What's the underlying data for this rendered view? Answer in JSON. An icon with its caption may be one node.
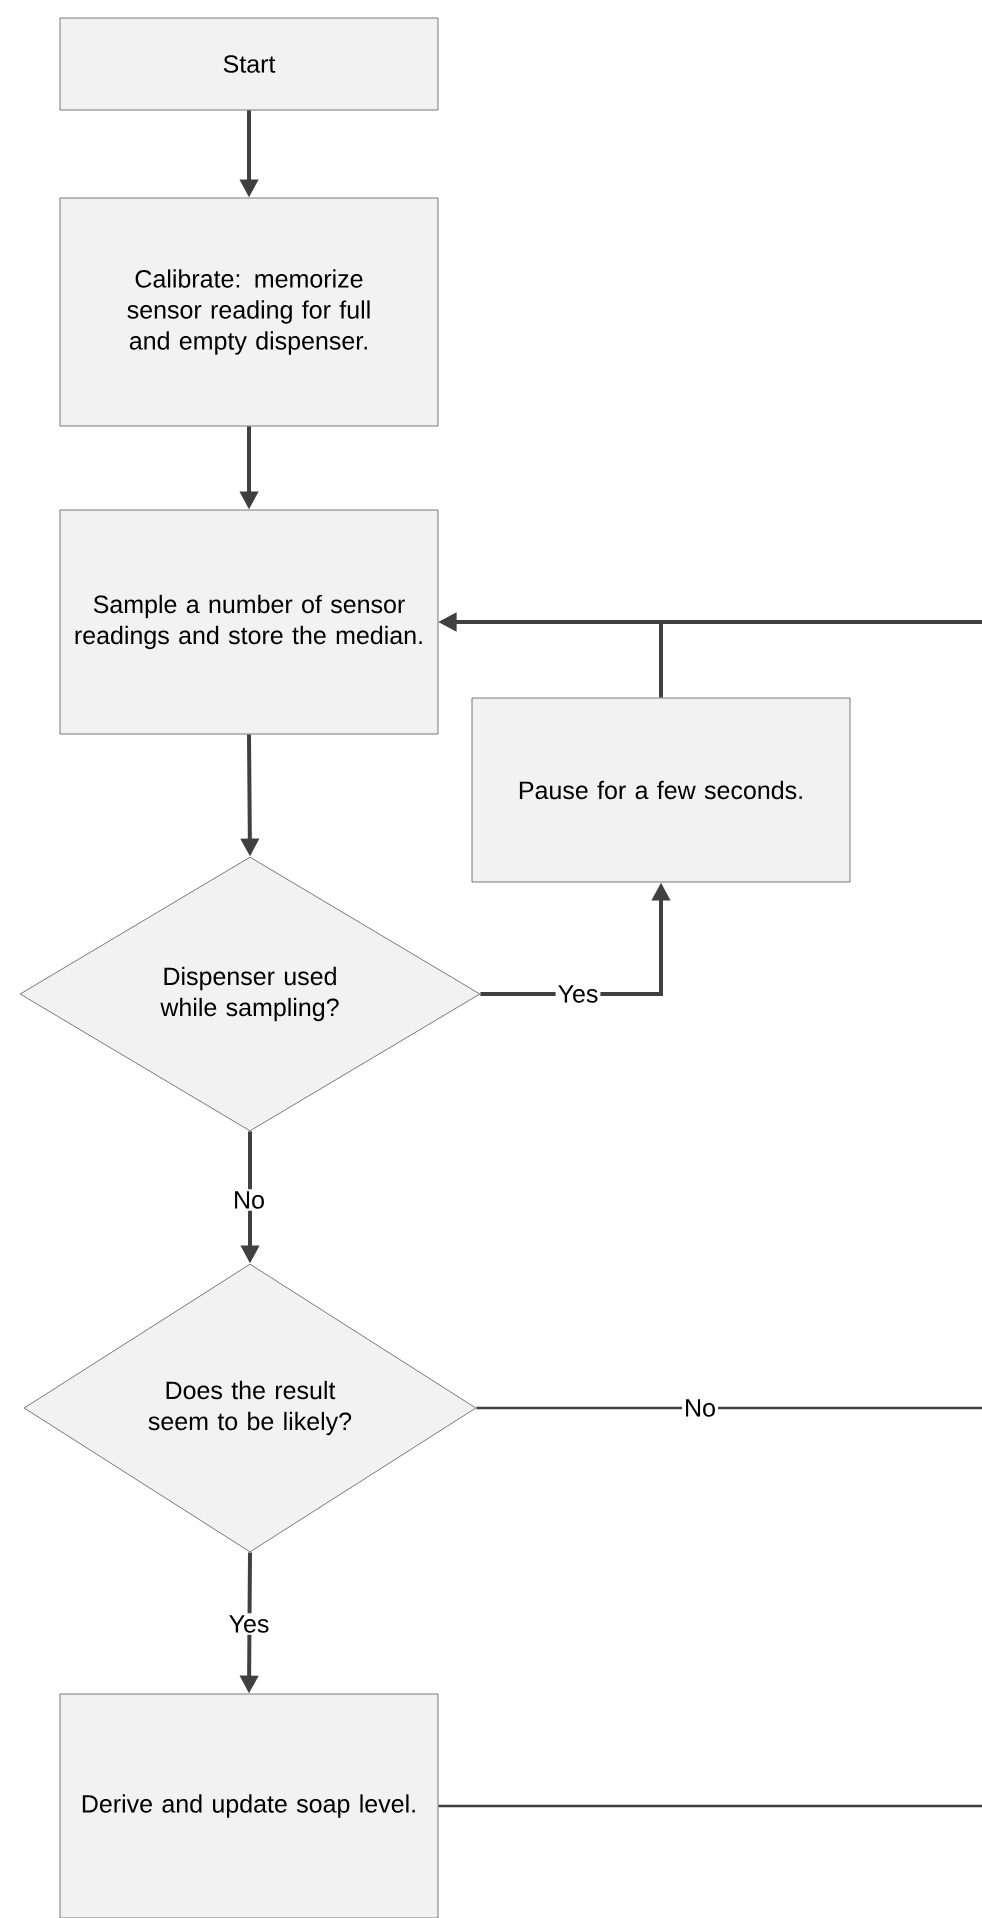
{
  "diagram": {
    "nodes": [
      {
        "text": [
          "Start"
        ]
      },
      {
        "text": [
          "Calibrate: memorize sensor reading for full and empty dispenser."
        ]
      },
      {
        "text": [
          "Sample a number of sensor readings and store the median."
        ]
      },
      {
        "text": [
          "Pause for a few seconds."
        ]
      },
      {
        "text": [
          "Dispenser used while sampling?"
        ]
      },
      {
        "text": [
          "Does the result seem to be likely?"
        ]
      },
      {
        "text": [
          "Derive and update soap level."
        ]
      }
    ],
    "edges": [
      {
        "from": 0,
        "to": 1,
        "arrow": "to"
      },
      {
        "from": 1,
        "to": 2,
        "arrow": "to"
      },
      {
        "from": 2,
        "to": 4,
        "arrow": "to"
      },
      {
        "from": 4,
        "to": 3,
        "arrow": "to",
        "label": "Yes"
      },
      {
        "from": 3,
        "to": 2,
        "arrow": "to"
      },
      {
        "from": null,
        "to": 2,
        "arrow": "to"
      },
      {
        "from": 4,
        "to": 5,
        "arrow": "to",
        "label": "No"
      },
      {
        "from": 5,
        "to": null,
        "arrow": "none",
        "label": "No"
      },
      {
        "from": 5,
        "to": 6,
        "arrow": "to",
        "label": "Yes"
      },
      {
        "from": 6,
        "to": null,
        "arrow": "none"
      }
    ]
  }
}
